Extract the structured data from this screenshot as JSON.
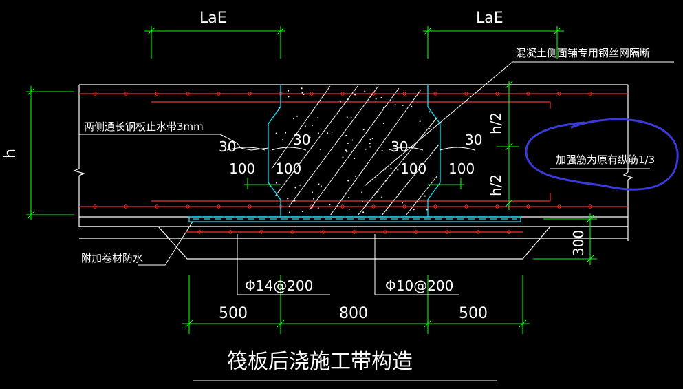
{
  "title": "筏板后浇施工带构造",
  "labels": {
    "lae_left": "LaE",
    "lae_right": "LaE",
    "h": "h",
    "h_half_top": "h/2",
    "h_half_bottom": "h/2",
    "slope_30_a": "30",
    "slope_100_a": "100",
    "slope_30_b": "30",
    "slope_100_b": "100",
    "slope_30_c": "30",
    "slope_100_c": "100",
    "slope_30_d": "30",
    "slope_100_d": "100",
    "dim_500_left": "500",
    "dim_800": "800",
    "dim_500_right": "500",
    "dim_300": "300",
    "bar_14": "Φ14@200",
    "bar_10": "Φ10@200"
  },
  "notes": {
    "wire_mesh": "混凝土侧面铺专用钢丝网隔断",
    "waterstop": "两侧通长钢板止水带3mm",
    "waterproof": "附加卷材防水",
    "reinforce": "加强筋为原有纵筋1/3"
  },
  "colors": {
    "background": "#000000",
    "line_white": "#ffffff",
    "rebar_red": "#ff2a2a",
    "dim_green": "#00ff00",
    "band_cyan": "#00e5ff",
    "annotation_blue": "#3a3ad8"
  }
}
